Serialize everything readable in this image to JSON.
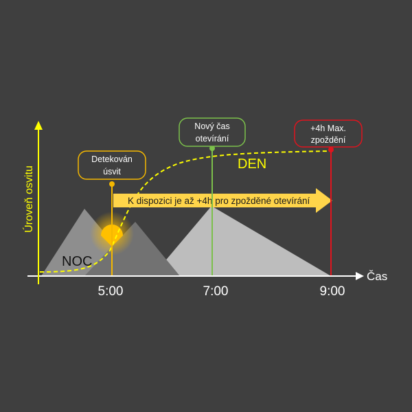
{
  "axes": {
    "y_label": "Úroveň osvitu",
    "x_label": "Čas"
  },
  "times": {
    "t1": "5:00",
    "t2": "7:00",
    "t3": "9:00"
  },
  "labels": {
    "night": "NOC",
    "day": "DEN",
    "arrow_text": "K dispozici je až +4h pro zpožděné otevírání"
  },
  "callouts": {
    "detected": {
      "line1": "Detekován",
      "line2": "úsvit"
    },
    "new_time": {
      "line1": "Nový čas",
      "line2": "otevírání"
    },
    "max_delay": {
      "line1": "+4h Max.",
      "line2": "zpoždění"
    }
  },
  "colors": {
    "background": "#3f3f3f",
    "axis": "#ffffff",
    "y_axis": "#ffff00",
    "curve": "#ffff00",
    "arrow": "#ffd54a",
    "dawn": "#f5b800",
    "new_time": "#7cc04b",
    "max_delay": "#e0141e"
  }
}
